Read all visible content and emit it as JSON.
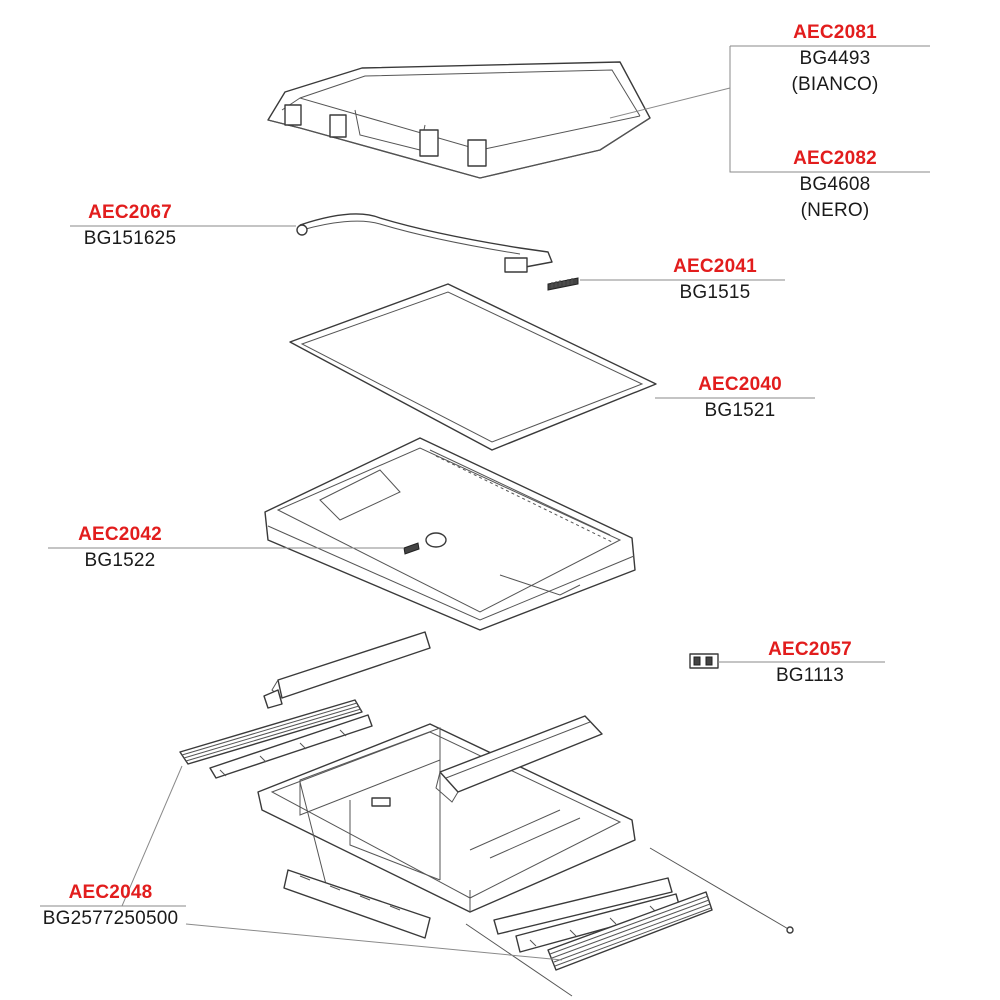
{
  "labels": {
    "aec2081": {
      "code": "AEC2081",
      "ref": "BG4493",
      "note": "(BIANCO)"
    },
    "aec2082": {
      "code": "AEC2082",
      "ref": "BG4608",
      "note": "(NERO)"
    },
    "aec2067": {
      "code": "AEC2067",
      "ref": "BG151625"
    },
    "aec2041": {
      "code": "AEC2041",
      "ref": "BG1515"
    },
    "aec2040": {
      "code": "AEC2040",
      "ref": "BG1521"
    },
    "aec2042": {
      "code": "AEC2042",
      "ref": "BG1522"
    },
    "aec2057": {
      "code": "AEC2057",
      "ref": "BG1113"
    },
    "aec2048": {
      "code": "AEC2048",
      "ref": "BG2577250500"
    }
  },
  "colors": {
    "code": "#e21d1d",
    "ref": "#1a1a1a",
    "line": "#3a3a3a"
  }
}
